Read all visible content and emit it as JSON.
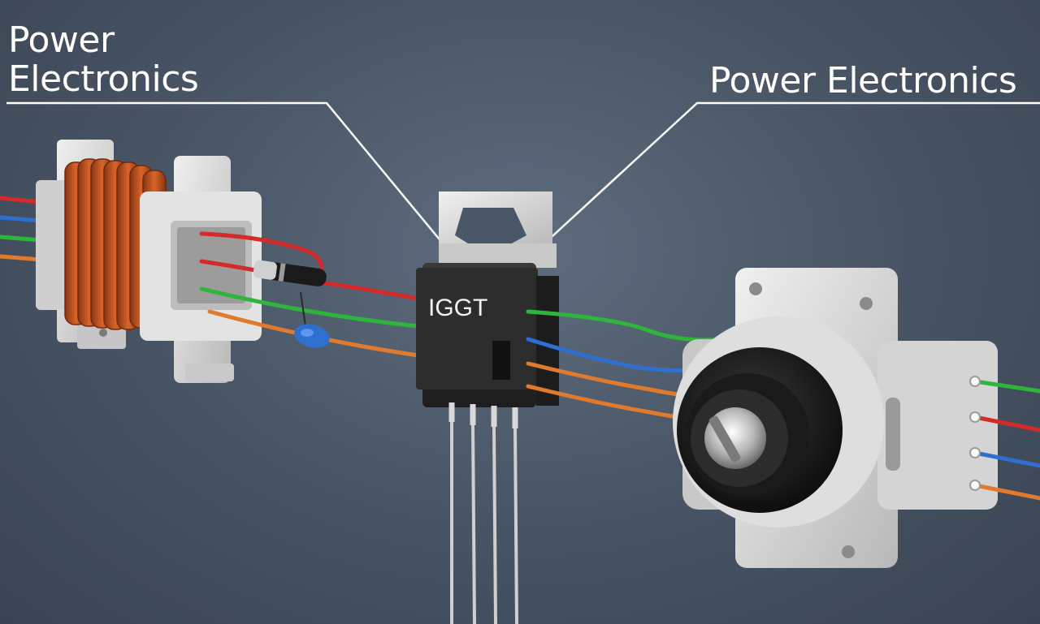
{
  "labels": {
    "left": "Power Electronics",
    "right": "Power Electronics"
  },
  "chip": {
    "marking": "IGGT"
  },
  "colors": {
    "background": "#4a5767",
    "wire_red": "#d42a2a",
    "wire_blue": "#2f6fd0",
    "wire_green": "#2fb53c",
    "wire_orange": "#e07a2e",
    "copper_coil": "#c1561f",
    "housing": "#d9d9d9",
    "chip_body": "#2a2a2a"
  },
  "icons": {
    "inductor": "inductor-coil-icon",
    "transistor": "igbt-transistor-icon",
    "connector": "round-connector-icon"
  }
}
